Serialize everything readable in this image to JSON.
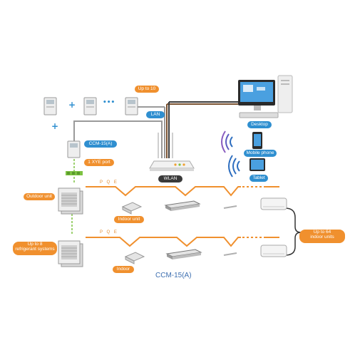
{
  "labels": {
    "up_to_10": "Up to 10",
    "lan": "LAN",
    "desktop": "Desktop",
    "ccm_label": "CCM-15(A)",
    "xye_port": "1 XYE port",
    "mobile_phone": "Mobile phone",
    "wlan": "WLAN",
    "tablet": "Tablet",
    "outdoor_unit": "Outdoor unit",
    "pqe_top": "P Q E",
    "indoor_unit": "Indoor unit",
    "up_to_64_line1": "Up to 64",
    "up_to_64_line2": "indoor units",
    "up_to_8_line1": "Up to 8",
    "up_to_8_line2": "refrigerant systems",
    "pqe_bottom": "P Q E",
    "indoor": "Indoor",
    "caption": "CCM-15(A)"
  },
  "symbols": {
    "plus": "+",
    "ellipsis": "•••"
  },
  "colors": {
    "orange": "#f0902e",
    "blue": "#2f8fd0",
    "dark": "#3a3a3a",
    "brown": "#7a5230",
    "gray_cable": "#9a9a9a",
    "green_dash": "#7dc242",
    "caption": "#3d6fb0"
  }
}
